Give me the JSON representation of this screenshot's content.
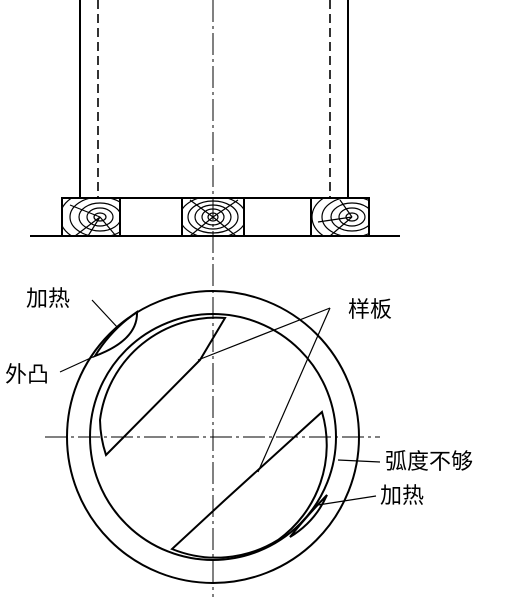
{
  "labels": {
    "heating_top": "加热",
    "outward_bulge": "外凸",
    "template": "样板",
    "insufficient_curvature": "弧度不够",
    "heating_bottom": "加热"
  }
}
